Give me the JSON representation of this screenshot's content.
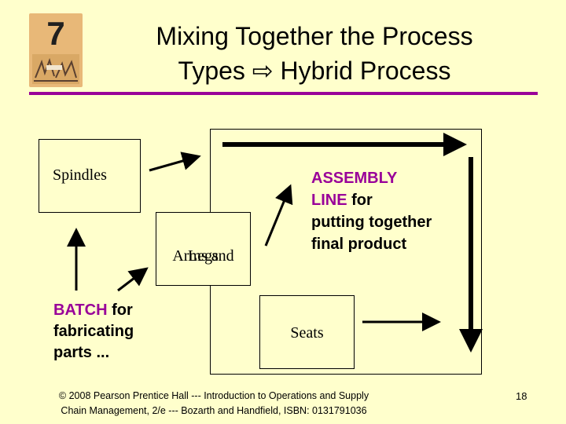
{
  "chapter_badge": {
    "number": "7"
  },
  "title": {
    "line1": "Mixing Together the Process",
    "line2_part1": "Types",
    "line2_arrow": "⇨",
    "line2_part2": "Hybrid Process"
  },
  "diagram": {
    "spindles": "Spindles",
    "arms_line1": "Arms and",
    "arms_line2": "Legs",
    "seats": "Seats",
    "assembly": {
      "highlight1": "ASSEMBLY",
      "highlight2": "LINE",
      "rest1": " for",
      "rest2": "putting together",
      "rest3": "final product"
    },
    "batch": {
      "highlight": "BATCH",
      "rest1": " for",
      "rest2": "fabricating",
      "rest3": "parts ..."
    }
  },
  "footer": {
    "line1": "© 2008 Pearson Prentice Hall --- Introduction to Operations and Supply",
    "line2": "Chain Management, 2/e --- Bozarth and Handfield, ISBN: 0131791036"
  },
  "page_number": "18",
  "colors": {
    "background": "#FFFFCC",
    "accent": "#990099",
    "badge": "#E8B878"
  }
}
